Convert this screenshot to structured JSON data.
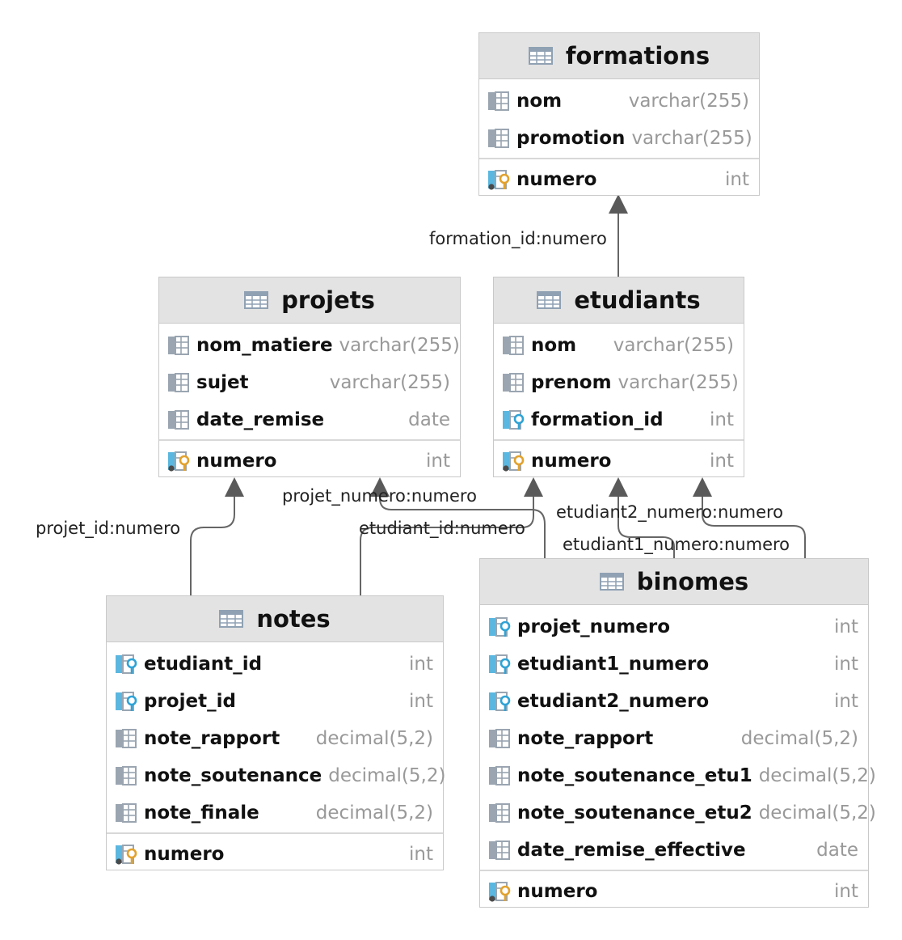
{
  "tables": {
    "formations": {
      "name": "formations",
      "columns": [
        {
          "name": "nom",
          "type": "varchar(255)",
          "icon": "column-icon"
        },
        {
          "name": "promotion",
          "type": "varchar(255)",
          "icon": "column-icon"
        }
      ],
      "primary_keys": [
        {
          "name": "numero",
          "type": "int",
          "icon": "primary-key-icon"
        }
      ]
    },
    "etudiants": {
      "name": "etudiants",
      "columns": [
        {
          "name": "nom",
          "type": "varchar(255)",
          "icon": "column-icon"
        },
        {
          "name": "prenom",
          "type": "varchar(255)",
          "icon": "column-icon"
        },
        {
          "name": "formation_id",
          "type": "int",
          "icon": "foreign-key-icon"
        }
      ],
      "primary_keys": [
        {
          "name": "numero",
          "type": "int",
          "icon": "primary-key-icon"
        }
      ]
    },
    "projets": {
      "name": "projets",
      "columns": [
        {
          "name": "nom_matiere",
          "type": "varchar(255)",
          "icon": "column-icon"
        },
        {
          "name": "sujet",
          "type": "varchar(255)",
          "icon": "column-icon"
        },
        {
          "name": "date_remise",
          "type": "date",
          "icon": "column-icon"
        }
      ],
      "primary_keys": [
        {
          "name": "numero",
          "type": "int",
          "icon": "primary-key-icon"
        }
      ]
    },
    "notes": {
      "name": "notes",
      "columns": [
        {
          "name": "etudiant_id",
          "type": "int",
          "icon": "foreign-key-icon"
        },
        {
          "name": "projet_id",
          "type": "int",
          "icon": "foreign-key-icon"
        },
        {
          "name": "note_rapport",
          "type": "decimal(5,2)",
          "icon": "column-icon"
        },
        {
          "name": "note_soutenance",
          "type": "decimal(5,2)",
          "icon": "column-icon"
        },
        {
          "name": "note_finale",
          "type": "decimal(5,2)",
          "icon": "column-icon"
        }
      ],
      "primary_keys": [
        {
          "name": "numero",
          "type": "int",
          "icon": "primary-key-icon"
        }
      ]
    },
    "binomes": {
      "name": "binomes",
      "columns": [
        {
          "name": "projet_numero",
          "type": "int",
          "icon": "foreign-key-icon"
        },
        {
          "name": "etudiant1_numero",
          "type": "int",
          "icon": "foreign-key-icon"
        },
        {
          "name": "etudiant2_numero",
          "type": "int",
          "icon": "foreign-key-icon"
        },
        {
          "name": "note_rapport",
          "type": "decimal(5,2)",
          "icon": "column-icon"
        },
        {
          "name": "note_soutenance_etu1",
          "type": "decimal(5,2)",
          "icon": "column-icon"
        },
        {
          "name": "note_soutenance_etu2",
          "type": "decimal(5,2)",
          "icon": "column-icon"
        },
        {
          "name": "date_remise_effective",
          "type": "date",
          "icon": "column-icon"
        }
      ],
      "primary_keys": [
        {
          "name": "numero",
          "type": "int",
          "icon": "primary-key-icon"
        }
      ]
    }
  },
  "relations": [
    {
      "id": "rel-formation",
      "label": "formation_id:numero",
      "from": "etudiants",
      "to": "formations"
    },
    {
      "id": "rel-projet-id",
      "label": "projet_id:numero",
      "from": "notes",
      "to": "projets"
    },
    {
      "id": "rel-etudiant-id",
      "label": "etudiant_id:numero",
      "from": "notes",
      "to": "etudiants"
    },
    {
      "id": "rel-projet-numero",
      "label": "projet_numero:numero",
      "from": "binomes",
      "to": "projets"
    },
    {
      "id": "rel-etudiant1",
      "label": "etudiant1_numero:numero",
      "from": "binomes",
      "to": "etudiants"
    },
    {
      "id": "rel-etudiant2",
      "label": "etudiant2_numero:numero",
      "from": "binomes",
      "to": "etudiants"
    }
  ],
  "colors": {
    "header_bg": "#e3e3e3",
    "border": "#c9c9c9",
    "type_text": "#999999",
    "link": "#666666",
    "key_gold": "#e2a22d",
    "key_blue": "#2fa3d6"
  }
}
